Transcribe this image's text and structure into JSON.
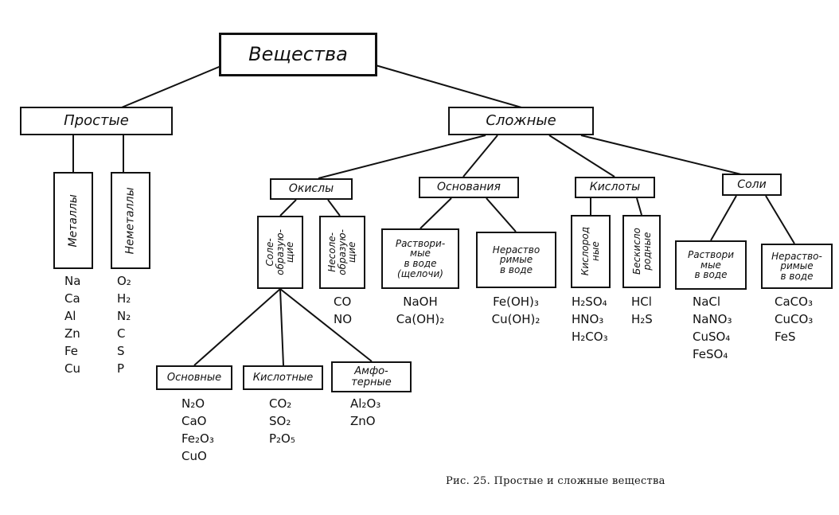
{
  "root": {
    "label": "Вещества"
  },
  "simple": {
    "label": "Простые",
    "metals": {
      "label": "Металлы",
      "items": [
        "Na",
        "Ca",
        "Al",
        "Zn",
        "Fe",
        "Cu"
      ]
    },
    "nonmetals": {
      "label": "Неметаллы",
      "items": [
        "O₂",
        "H₂",
        "N₂",
        "C",
        "S",
        "P"
      ]
    }
  },
  "complex": {
    "label": "Сложные",
    "oxides": {
      "label": "Окислы",
      "salt_forming": {
        "label": "Соле-\nобразую-\nщие",
        "basic": {
          "label": "Основные",
          "items": [
            "N₂O",
            "CaO",
            "Fe₂O₃",
            "CuO"
          ]
        },
        "acidic": {
          "label": "Кислотные",
          "items": [
            "CO₂",
            "SO₂",
            "P₂O₅"
          ]
        },
        "amphoteric": {
          "label": "Амфо-\nтерные",
          "items": [
            "Al₂O₃",
            "ZnO"
          ]
        }
      },
      "non_salt_forming": {
        "label": "Несоле-\nобразую-\nщие",
        "items": [
          "CO",
          "NO"
        ]
      }
    },
    "bases": {
      "label": "Основания",
      "soluble": {
        "label": "Раствори-\nмые\nв воде\n(щелочи)",
        "items": [
          "NaOH",
          "Ca(OH)₂"
        ]
      },
      "insoluble": {
        "label": "Нераство\nримые\nв воде",
        "items": [
          "Fe(OH)₃",
          "Cu(OH)₂"
        ]
      }
    },
    "acids": {
      "label": "Кислоты",
      "oxygen": {
        "label": "Кислород\nные",
        "items": [
          "H₂SO₄",
          "HNO₃",
          "H₂CO₃"
        ]
      },
      "oxygen_free": {
        "label": "Бескисло\nродные",
        "items": [
          "HCl",
          "H₂S"
        ]
      }
    },
    "salts": {
      "label": "Соли",
      "soluble": {
        "label": "Раствори\nмые\nв воде",
        "items": [
          "NaCl",
          "NaNO₃",
          "CuSO₄",
          "FeSO₄"
        ]
      },
      "insoluble": {
        "label": "Нераство-\nримые\nв воде",
        "items": [
          "CaCO₃",
          "CuCO₃",
          "FeS"
        ]
      }
    }
  },
  "caption": "Рис. 25. Простые и сложные вещества"
}
